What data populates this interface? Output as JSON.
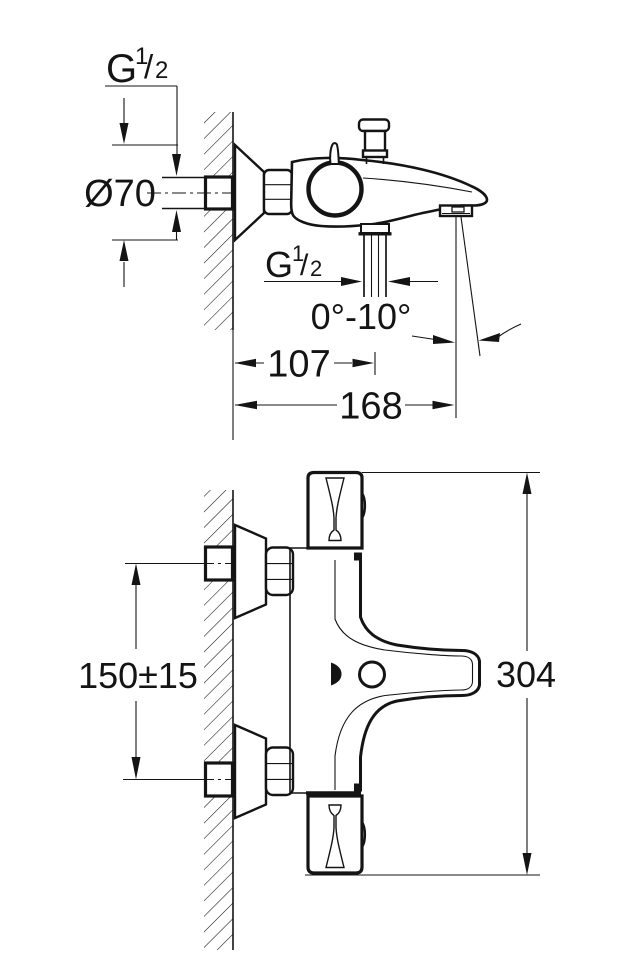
{
  "drawing": {
    "description": "Technical dimension drawing of a wall-mounted bath/shower thermostat fitting, side view (top) and front view (bottom)",
    "colors": {
      "line": "#141414",
      "background": "#ffffff"
    },
    "side_view": {
      "inlet_thread": {
        "prefix": "G",
        "sup": "1",
        "slash": "/",
        "sub": "2"
      },
      "escutcheon_diameter": "Ø70",
      "outlet_thread": {
        "prefix": "G",
        "sup": "1",
        "slash": "/",
        "sub": "2"
      },
      "spout_angle": "0°-10°",
      "wall_to_outlet": "107",
      "wall_to_spout_tip": "168"
    },
    "front_view": {
      "connection_spacing": "150±15",
      "overall_height": "304"
    }
  }
}
